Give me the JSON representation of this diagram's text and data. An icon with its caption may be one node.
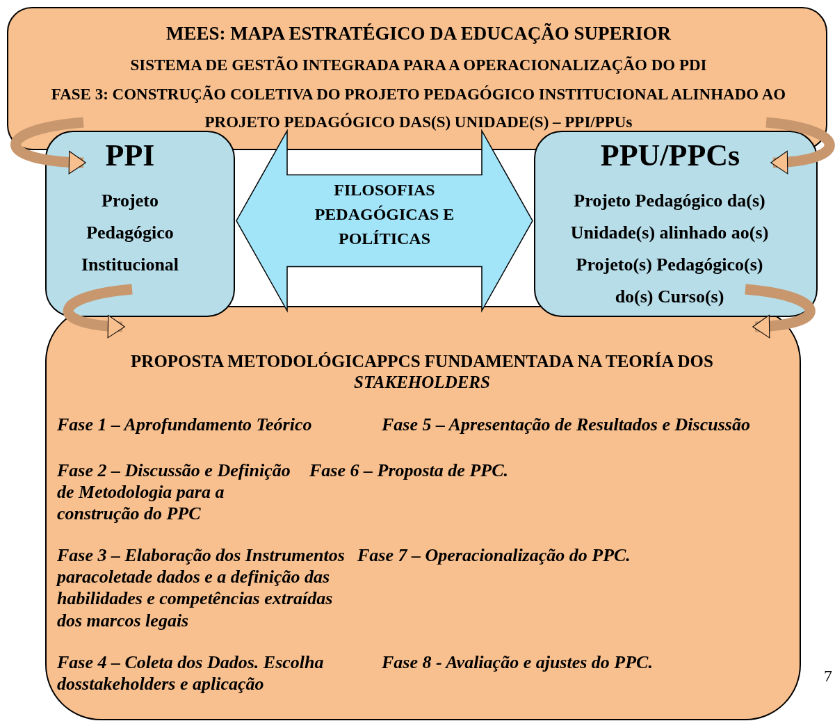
{
  "diagram": {
    "nodes": [
      {
        "text": [
          "MEES: MAPA ESTRATÉGICO DA EDUCAÇÃO SUPERIOR",
          "SISTEMA DE GESTÃO INTEGRADA PARA A OPERACIONALIZAÇÃO DO PDI",
          "FASE 3: CONSTRUÇÃO COLETIVA DO PROJETO PEDAGÓGICO INSTITUCIONAL ALINHADO AO PROJETO PEDAGÓGICO DAS(S) UNIDADE(S) – PPI/PPUs"
        ]
      },
      {
        "text": [
          "PPI",
          "Projeto Pedagógico Institucional"
        ]
      },
      {
        "text": [
          "PPU/PPCs",
          "Projeto Pedagógico da(s) Unidade(s) alinhado ao(s) Projeto(s) Pedagógico(s) do(s) Curso(s)"
        ]
      },
      {
        "text": [
          "PROPOSTA METODOLÓGICAPPCS FUNDAMENTADA NA TEORÍA DOS *STAKEHOLDERS*",
          "Fase 1 – Aprofundamento Teórico",
          "Fase 2 – Discussão e Definição de Metodologia para a construção do PPC",
          "Fase 3 – Elaboração dos Instrumentos paracoletade dados e a definição das habilidades e competências extraídas dos marcos legais",
          "Fase 4 – Coleta dos Dados. Escolha dosstakeholders e aplicação",
          "Fase 5 – Apresentação de Resultados e Discussão",
          "Fase 6 – Proposta de PPC.",
          "Fase 7 – Operacionalização do PPC.",
          "Fase 8 - Avaliação e ajustes do PPC."
        ]
      }
    ],
    "edges": [
      {
        "from": 0,
        "to": 1,
        "arrow": "to"
      },
      {
        "from": 0,
        "to": 2,
        "arrow": "to"
      },
      {
        "from": 1,
        "to": 3,
        "arrow": "to"
      },
      {
        "from": 2,
        "to": 3,
        "arrow": "to"
      },
      {
        "from": 1,
        "to": 2,
        "arrow": "both",
        "label": "FILOSOFIAS PEDAGÓGICAS E POLÍTICAS",
        "style": "thick"
      }
    ],
    "labels": [
      "7"
    ]
  }
}
